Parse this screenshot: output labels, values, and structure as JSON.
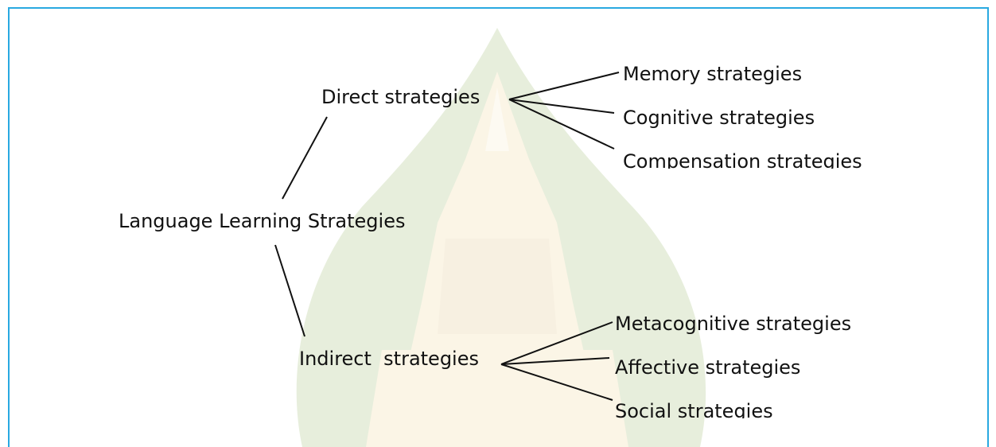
{
  "diagram": {
    "root": "Language Learning Strategies",
    "direct": {
      "label": "Direct strategies",
      "children": [
        "Memory strategies",
        "Cognitive strategies",
        "Compensation strategies"
      ]
    },
    "indirect": {
      "label": "Indirect  strategies",
      "children": [
        "Metacognitive strategies",
        "Affective strategies",
        "Social strategies"
      ]
    }
  },
  "colors": {
    "frame": "#29a9e1",
    "lines": "#111111",
    "watermark_green": "#6f9a2e",
    "watermark_gold": "#e8c46a"
  }
}
